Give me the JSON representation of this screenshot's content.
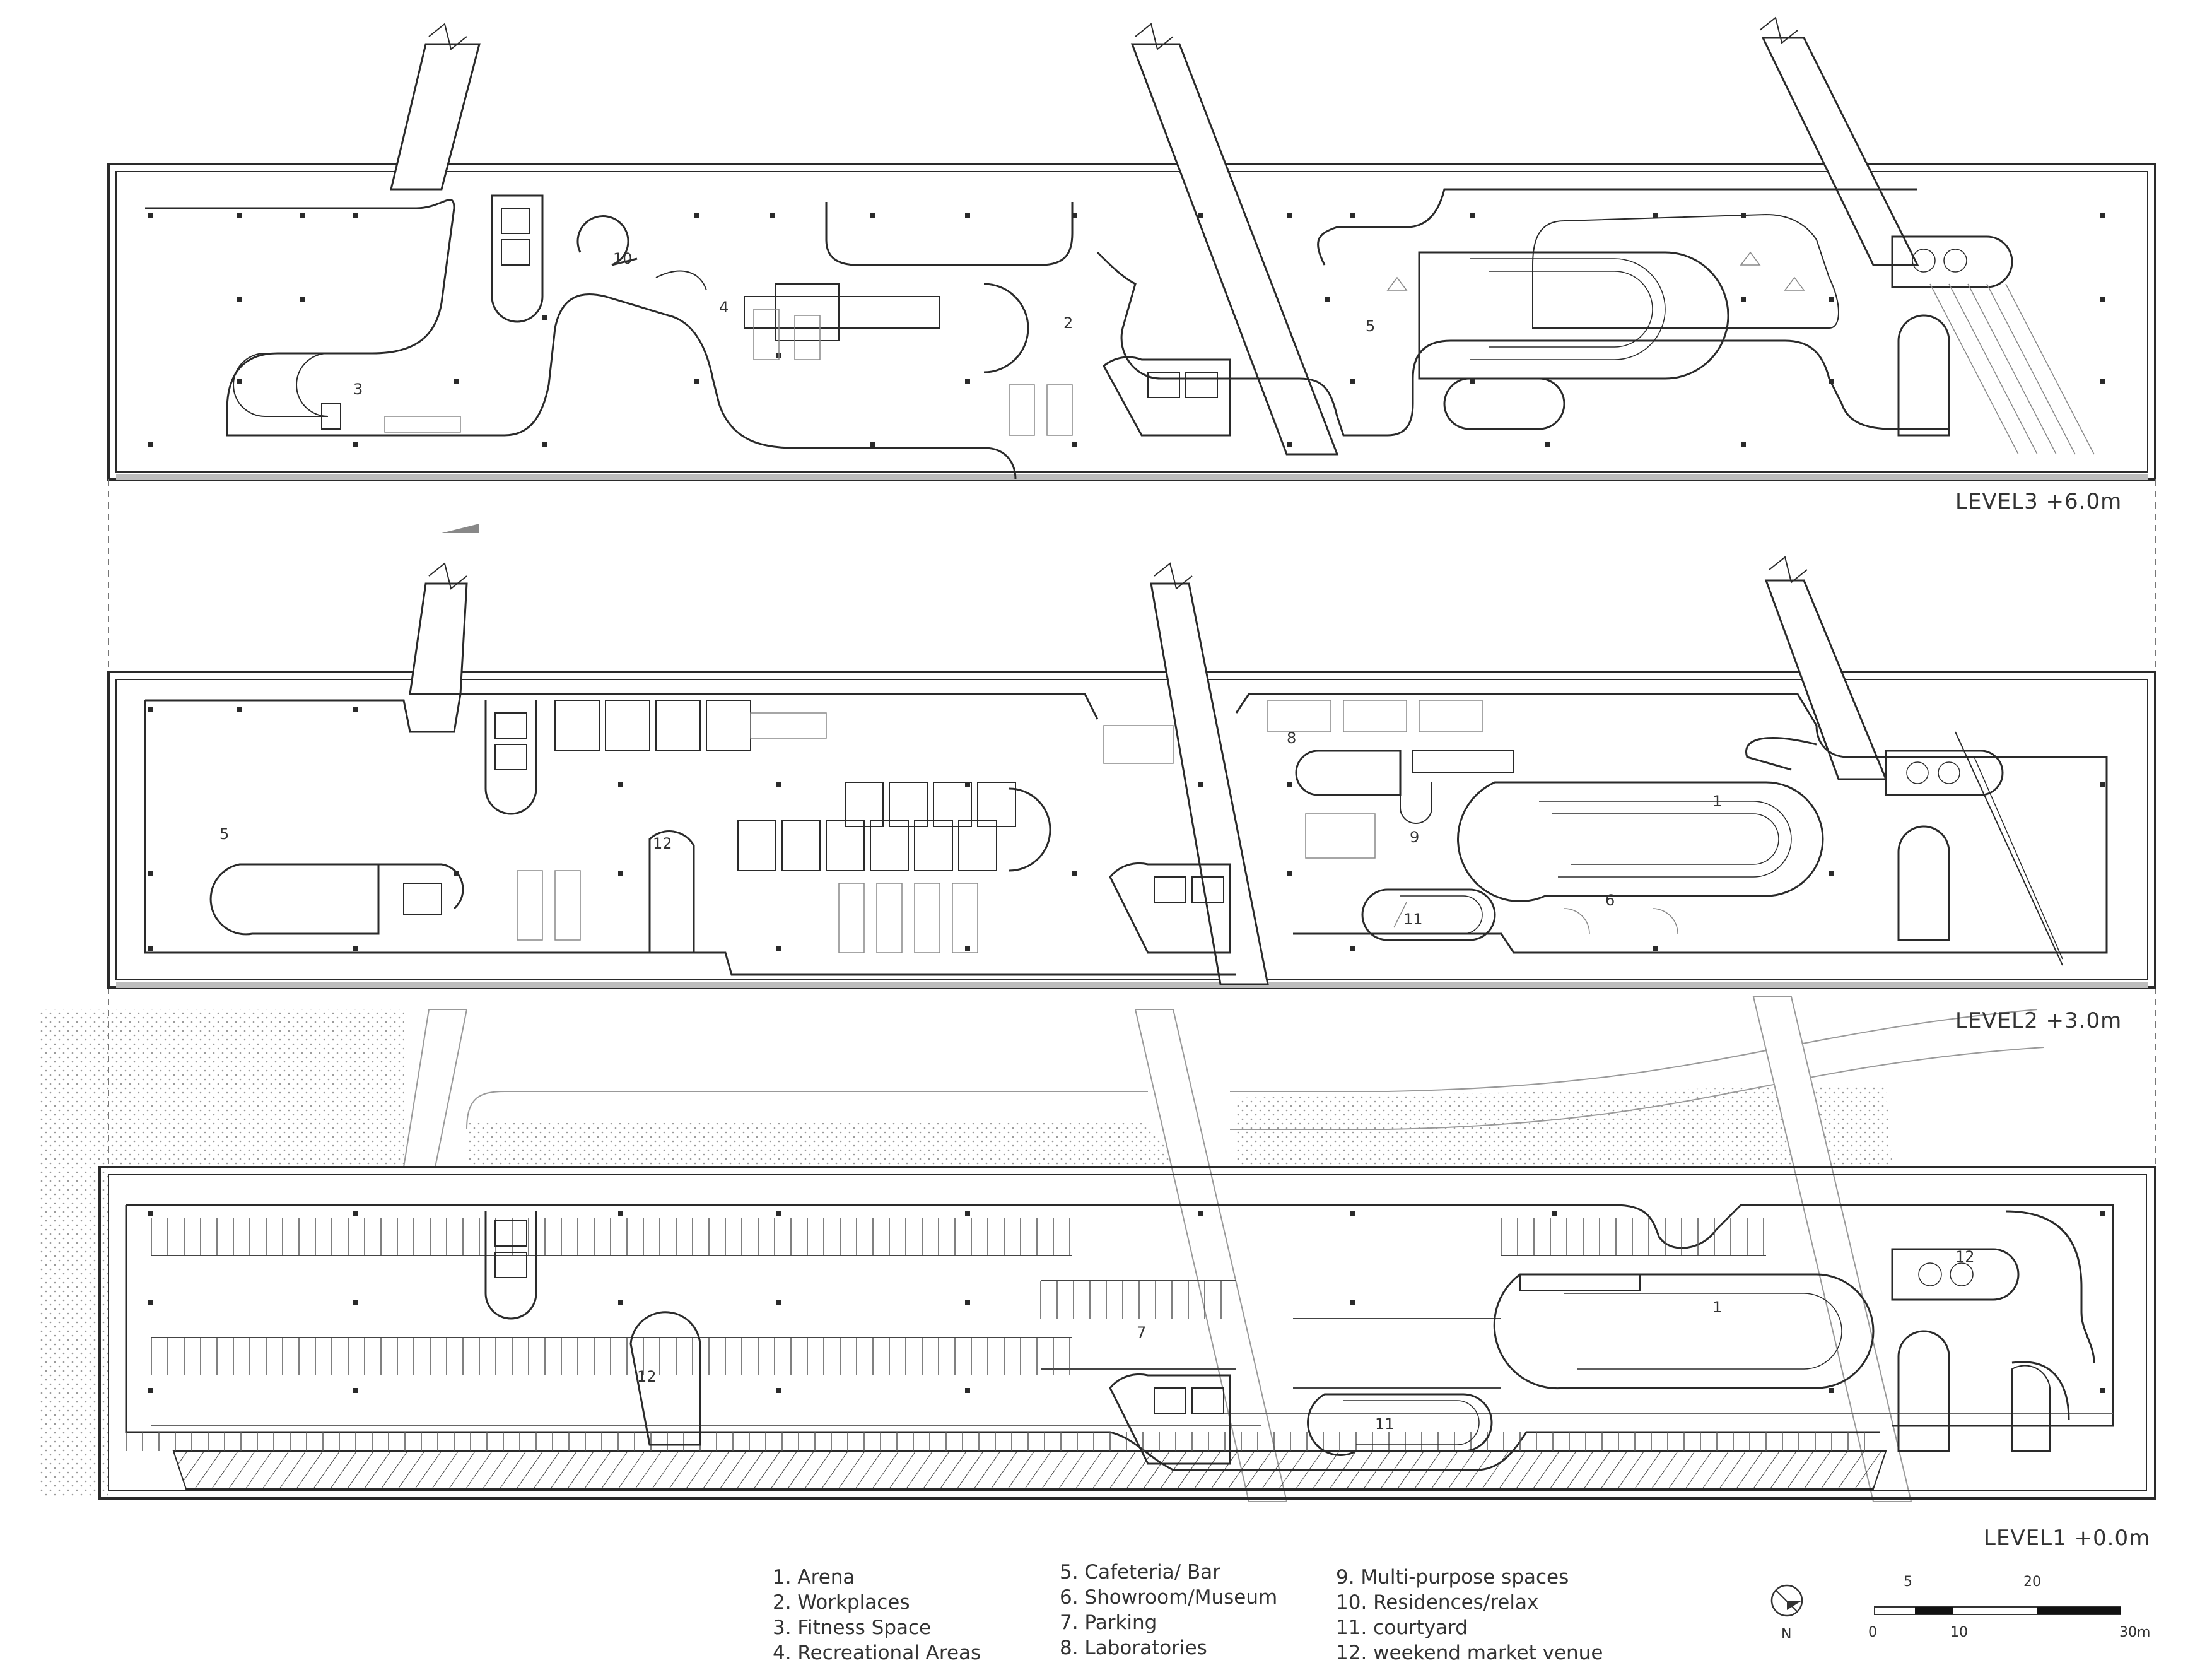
{
  "levels": [
    {
      "label": "LEVEL3 +6.0m"
    },
    {
      "label": "LEVEL2 +3.0m"
    },
    {
      "label": "LEVEL1 +0.0m"
    }
  ],
  "space_markers": {
    "level3": [
      "10",
      "4",
      "2",
      "3",
      "5"
    ],
    "level2": [
      "8",
      "1",
      "9",
      "5",
      "12",
      "6",
      "11"
    ],
    "level1": [
      "7",
      "1",
      "12",
      "12",
      "11"
    ]
  },
  "legend": {
    "col1": [
      "1. Arena",
      "2. Workplaces",
      "3. Fitness Space",
      "4. Recreational Areas"
    ],
    "col2": [
      "5. Cafeteria/ Bar",
      "6. Showroom/Museum",
      "7. Parking",
      "8. Laboratories"
    ],
    "col3": [
      "9. Multi-purpose spaces",
      "10. Residences/relax",
      "11. courtyard",
      "12. weekend market venue"
    ]
  },
  "north": {
    "label": "N"
  },
  "scale_bar": {
    "top": [
      "5",
      "20"
    ],
    "bottom": [
      "0",
      "10",
      "30m"
    ]
  },
  "colors": {
    "line": "#2a2a2a",
    "grey": "#c8c8c8",
    "paper": "#ffffff"
  }
}
